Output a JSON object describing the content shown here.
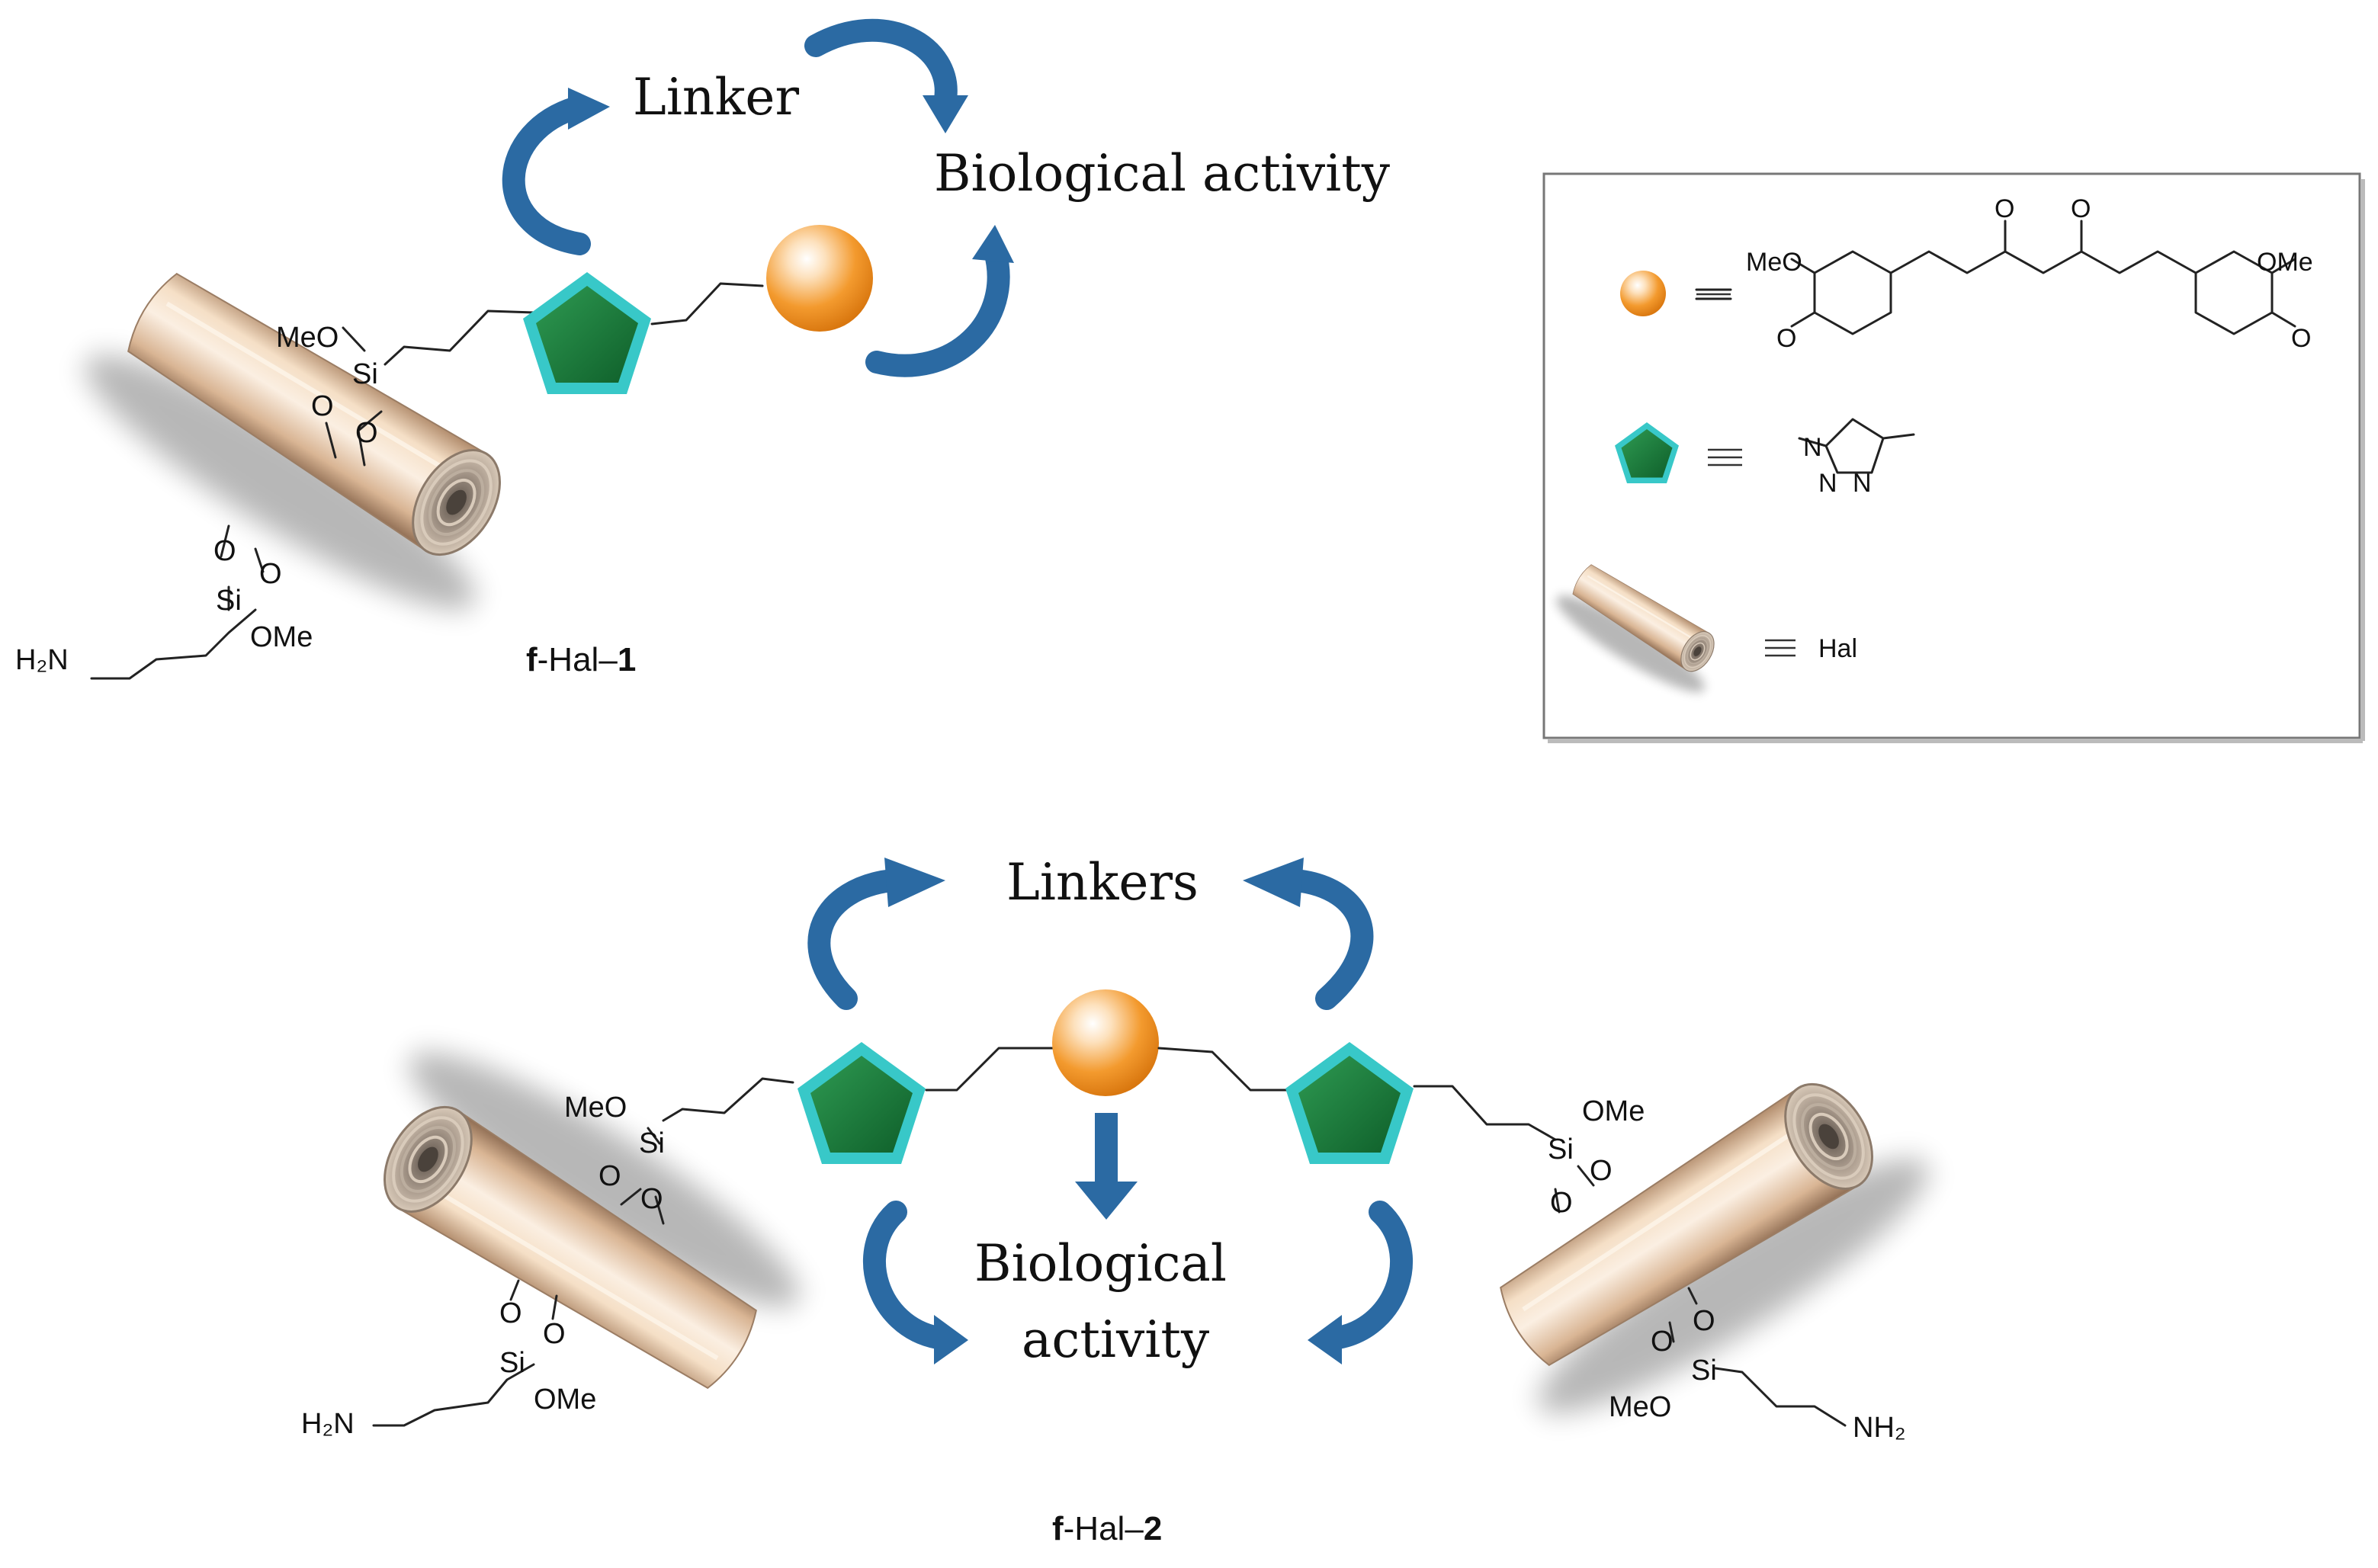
{
  "top_panel": {
    "linker_label": "Linker",
    "activity_label": "Biological activity",
    "compound_label": {
      "prefix": "f",
      "mid": "-Hal–",
      "num": "1"
    },
    "atoms": {
      "meo": "MeO",
      "si1": "Si",
      "o1": "O",
      "o2": "O",
      "o3": "O",
      "o4": "O",
      "si2": "Si",
      "ome": "OMe",
      "amine": "H₂N"
    }
  },
  "bottom_panel": {
    "linkers_label": "Linkers",
    "activity_line1": "Biological",
    "activity_line2": "activity",
    "compound_label": {
      "prefix": "f",
      "mid": "-Hal–",
      "num": "2"
    },
    "left_atoms": {
      "meo": "MeO",
      "si1": "Si",
      "o1": "O",
      "o2": "O",
      "o3": "O",
      "o4": "O",
      "si2": "Si",
      "ome": "OMe",
      "amine": "H₂N"
    },
    "right_atoms": {
      "ome": "OMe",
      "si1": "Si",
      "o1": "O",
      "o2": "O",
      "o3": "O",
      "o4": "O",
      "si2": "Si",
      "meo": "MeO",
      "amine": "NH₂"
    }
  },
  "legend": {
    "curcumin": {
      "meo": "MeO",
      "ome": "OMe",
      "o_left": "O",
      "o_right": "O",
      "keto1": "O",
      "keto2": "O"
    },
    "triazole": {
      "n1": "N",
      "n2": "N",
      "n3": "N"
    },
    "hal_label": "Hal"
  },
  "colors": {
    "arrow": "#2b6aa3",
    "pentagon_fill": "#1a7a3a",
    "pentagon_edge": "#34c7c9",
    "sphere": "#f39a2e",
    "tube": "#e8c8a6"
  }
}
